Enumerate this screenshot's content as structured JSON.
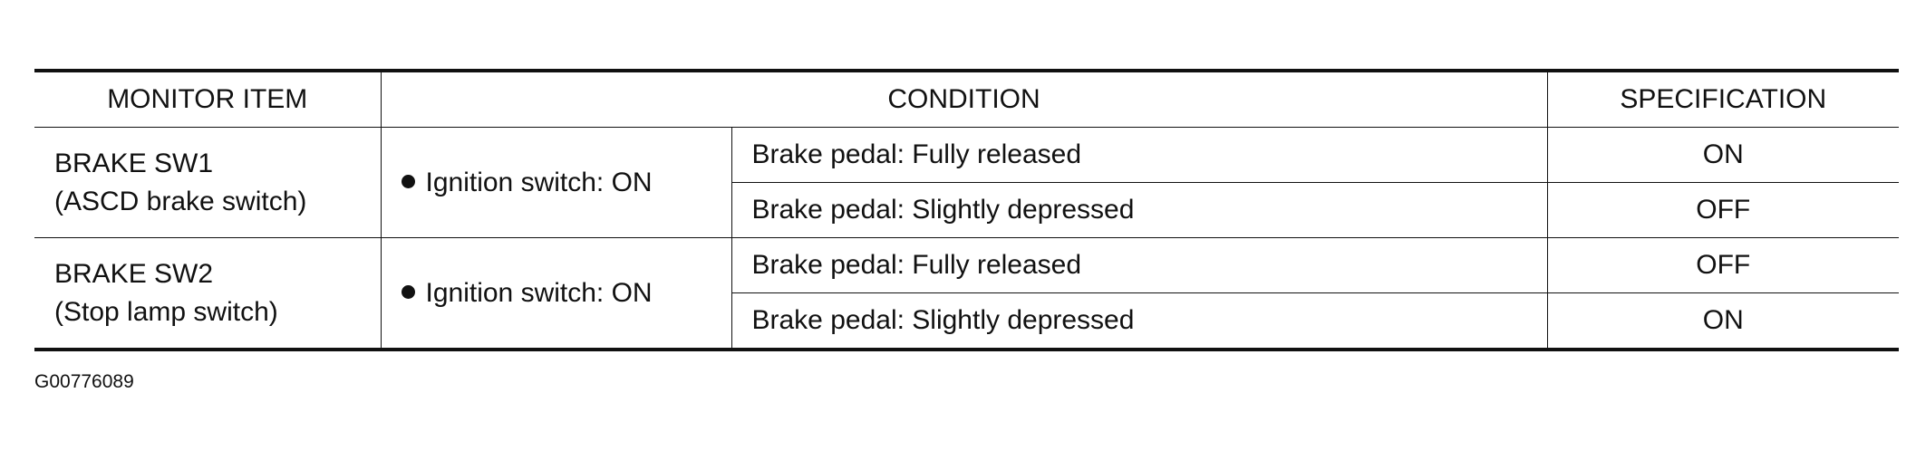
{
  "table": {
    "headers": {
      "monitor_item": "MONITOR ITEM",
      "condition": "CONDITION",
      "specification": "SPECIFICATION"
    },
    "groups": [
      {
        "item_line1": "BRAKE SW1",
        "item_line2": "(ASCD brake switch)",
        "ignition": "Ignition switch: ON",
        "rows": [
          {
            "pedal": "Brake pedal: Fully released",
            "spec": "ON"
          },
          {
            "pedal": "Brake pedal: Slightly depressed",
            "spec": "OFF"
          }
        ]
      },
      {
        "item_line1": "BRAKE SW2",
        "item_line2": "(Stop lamp switch)",
        "ignition": "Ignition switch: ON",
        "rows": [
          {
            "pedal": "Brake pedal: Fully released",
            "spec": "OFF"
          },
          {
            "pedal": "Brake pedal: Slightly depressed",
            "spec": "ON"
          }
        ]
      }
    ]
  },
  "figure_id": "G00776089"
}
